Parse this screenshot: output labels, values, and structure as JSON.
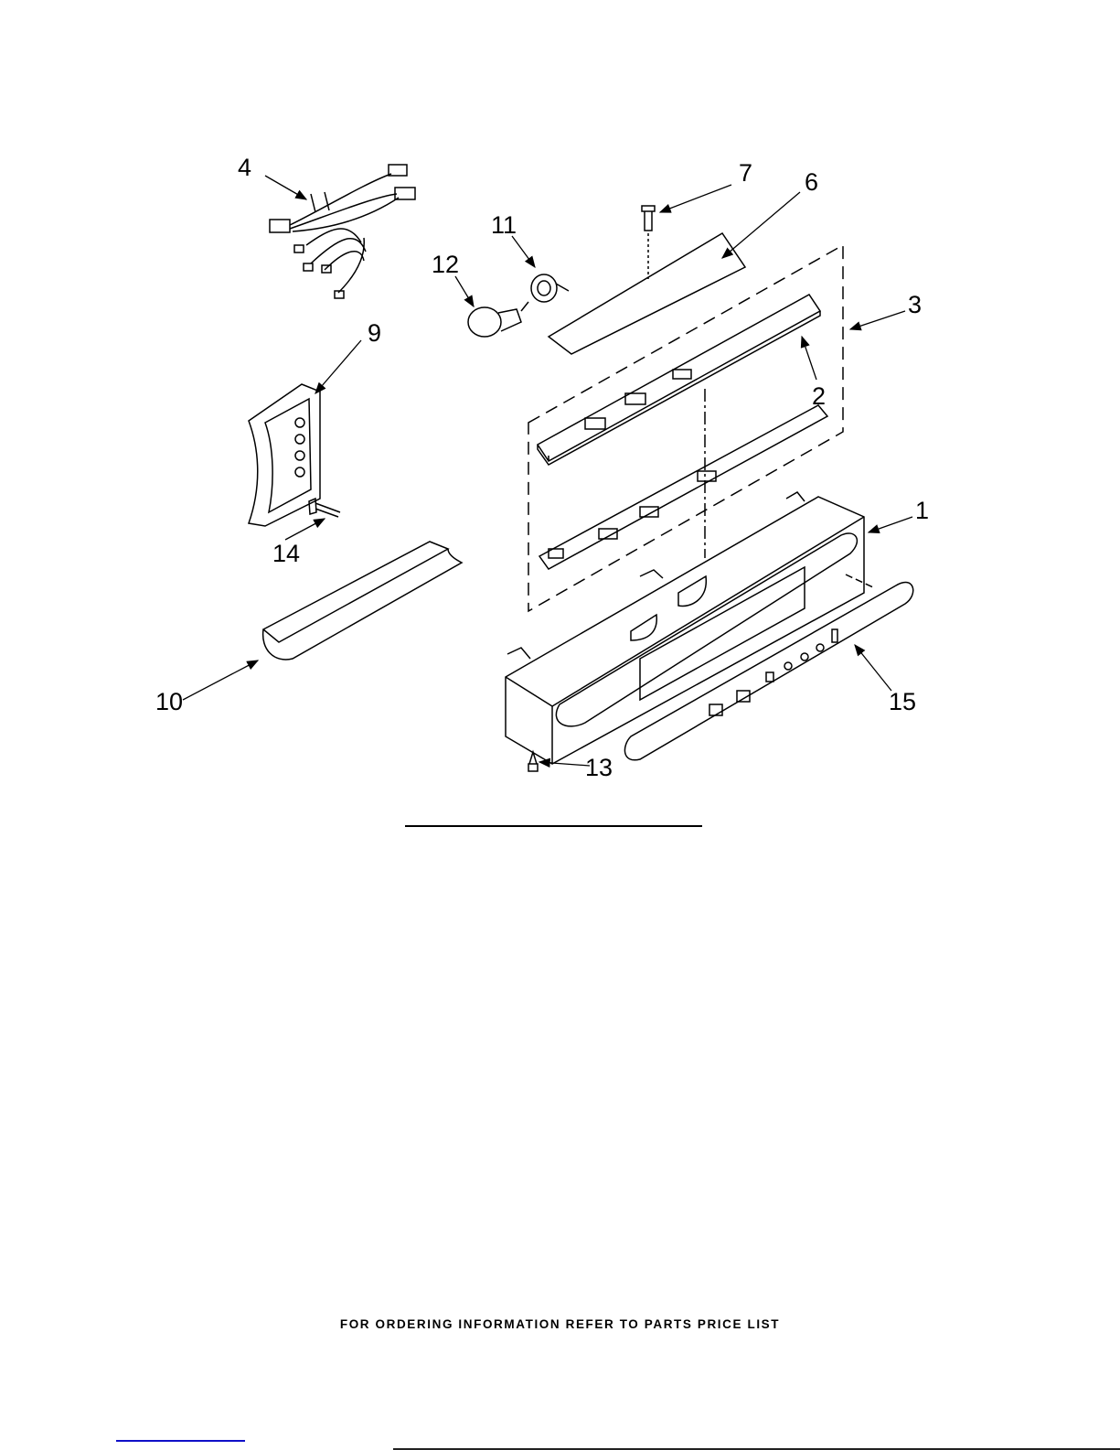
{
  "callouts": {
    "c1": "1",
    "c2": "2",
    "c3": "3",
    "c4": "4",
    "c6": "6",
    "c7": "7",
    "c9": "9",
    "c10": "10",
    "c11": "11",
    "c12": "12",
    "c13": "13",
    "c14": "14",
    "c15": "15"
  },
  "footer": "FOR ORDERING INFORMATION REFER TO PARTS PRICE LIST"
}
